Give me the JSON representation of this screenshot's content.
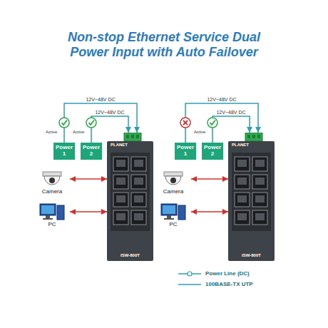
{
  "diagram": {
    "title": "Non-stop Ethernet Service Dual Power Input with Auto Failover",
    "nodes": [
      {
        "text": [
          "Power 1"
        ]
      },
      {
        "text": [
          "Power 2"
        ]
      },
      {
        "text": [
          "PLANET",
          "ISW-800T"
        ]
      },
      {
        "text": [
          "Camera"
        ]
      },
      {
        "text": [
          "PC"
        ]
      },
      {
        "text": [
          "Power 1"
        ]
      },
      {
        "text": [
          "Power 2"
        ]
      },
      {
        "text": [
          "PLANET",
          "ISW-800T"
        ]
      },
      {
        "text": [
          "Camera"
        ]
      },
      {
        "text": [
          "PC"
        ]
      }
    ],
    "edges": [
      {
        "from": 0,
        "to": 2,
        "arrow": "to",
        "label": "12V~48V DC"
      },
      {
        "from": 1,
        "to": 2,
        "arrow": "to",
        "label": "12V~48V DC"
      },
      {
        "from": 3,
        "to": 2,
        "arrow": "both"
      },
      {
        "from": 4,
        "to": 2,
        "arrow": "both"
      },
      {
        "from": 5,
        "to": 7,
        "arrow": "to",
        "label": "12V~48V DC"
      },
      {
        "from": 6,
        "to": 7,
        "arrow": "to",
        "label": "12V~48V DC"
      },
      {
        "from": 8,
        "to": 7,
        "arrow": "both"
      },
      {
        "from": 9,
        "to": 7,
        "arrow": "both"
      }
    ],
    "labels": [
      "Active",
      "Active",
      "Active"
    ],
    "legend": [
      {
        "text": "Power Line (DC)"
      },
      {
        "text": "100BASE-TX UTP"
      }
    ]
  }
}
